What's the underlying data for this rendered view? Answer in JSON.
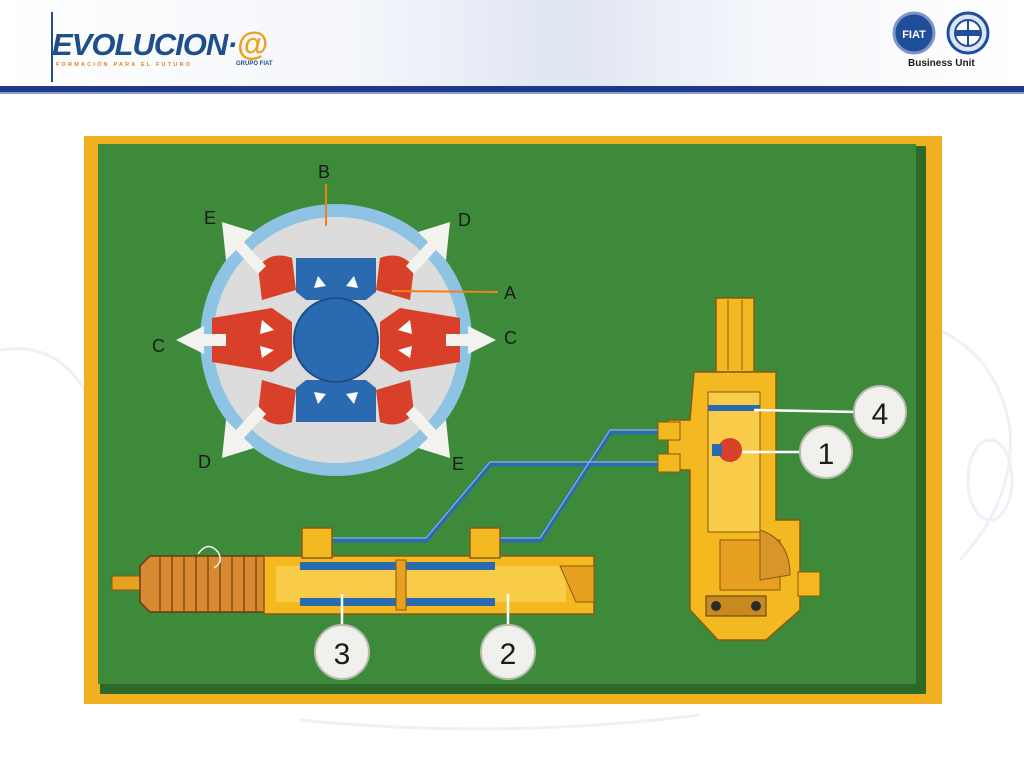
{
  "header": {
    "logo_text": "EVOLUCION·",
    "logo_at": "@",
    "logo_tagline": "FORMACIÓN PARA EL FUTURO",
    "logo_group": "GRUPO FIAT",
    "brand_badge_1": "FIAT",
    "business_unit_label": "Business Unit"
  },
  "diagram": {
    "valve_labels": {
      "A": "A",
      "B": "B",
      "C_left": "C",
      "C_right": "C",
      "D_top": "D",
      "D_bottom": "D",
      "E_top": "E",
      "E_bottom": "E"
    },
    "callouts": {
      "n1": "1",
      "n2": "2",
      "n3": "3",
      "n4": "4"
    }
  },
  "colors": {
    "board_green": "#3d8a3a",
    "frame_orange": "#f0b020",
    "part_yellow": "#f4b820",
    "fluid_blue": "#2a6ab0",
    "pressure_red": "#d8402a",
    "header_navy": "#1f3a8a"
  }
}
